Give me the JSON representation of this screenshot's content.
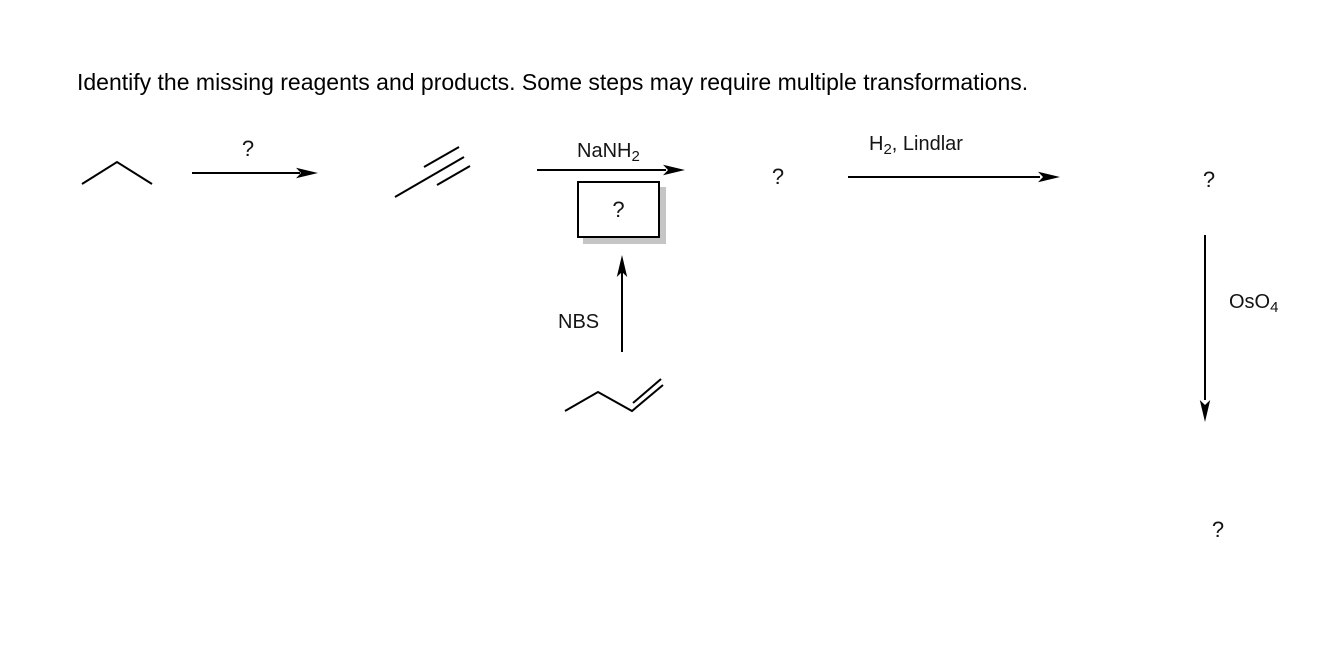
{
  "title": "Identify the missing reagents and products. Some steps may require multiple transformations.",
  "structures": {
    "start": "propane",
    "alkyne": "propyne",
    "alkene": "1-butene"
  },
  "steps": {
    "step1": {
      "reagent": "?"
    },
    "step2": {
      "reagent_base": "NaNH",
      "reagent_sub": "2",
      "boxed_reagent": "?"
    },
    "step3": {
      "reagent_base": "H",
      "reagent_sub": "2",
      "reagent_rest": ", Lindlar"
    },
    "step4": {
      "reagent_base": "OsO",
      "reagent_sub": "4"
    },
    "nbs_step": {
      "reagent": "NBS"
    }
  },
  "unknowns": {
    "product_after_step2": "?",
    "product_after_step3": "?",
    "final_product": "?"
  },
  "colors": {
    "ink": "#000000",
    "box_shadow": "#c5c5c5",
    "background": "#ffffff"
  }
}
